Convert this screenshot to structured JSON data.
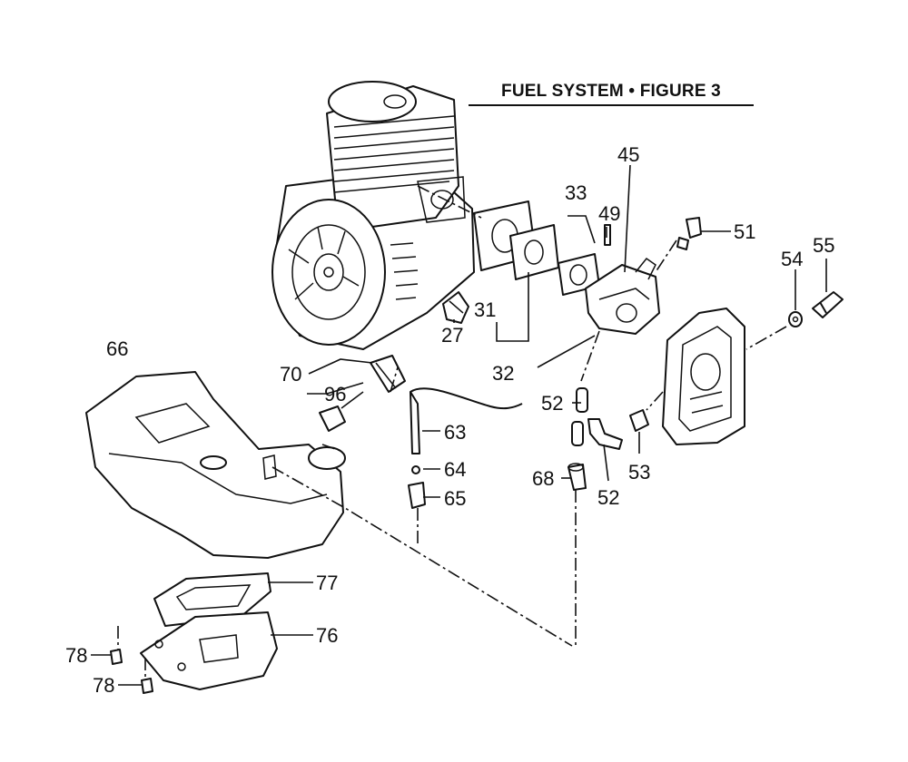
{
  "title": "FUEL SYSTEM  •  FIGURE 3",
  "callouts": [
    {
      "id": "c45",
      "text": "45"
    },
    {
      "id": "c33",
      "text": "33"
    },
    {
      "id": "c49",
      "text": "49"
    },
    {
      "id": "c51",
      "text": "51"
    },
    {
      "id": "c54",
      "text": "54"
    },
    {
      "id": "c55",
      "text": "55"
    },
    {
      "id": "c31",
      "text": "31"
    },
    {
      "id": "c27",
      "text": "27"
    },
    {
      "id": "c32",
      "text": "32"
    },
    {
      "id": "c66",
      "text": "66"
    },
    {
      "id": "c70",
      "text": "70"
    },
    {
      "id": "c96",
      "text": "96"
    },
    {
      "id": "c52a",
      "text": "52"
    },
    {
      "id": "c63",
      "text": "63"
    },
    {
      "id": "c64",
      "text": "64"
    },
    {
      "id": "c65",
      "text": "65"
    },
    {
      "id": "c68",
      "text": "68"
    },
    {
      "id": "c53",
      "text": "53"
    },
    {
      "id": "c52b",
      "text": "52"
    },
    {
      "id": "c77",
      "text": "77"
    },
    {
      "id": "c76",
      "text": "76"
    },
    {
      "id": "c78a",
      "text": "78"
    },
    {
      "id": "c78b",
      "text": "78"
    }
  ]
}
